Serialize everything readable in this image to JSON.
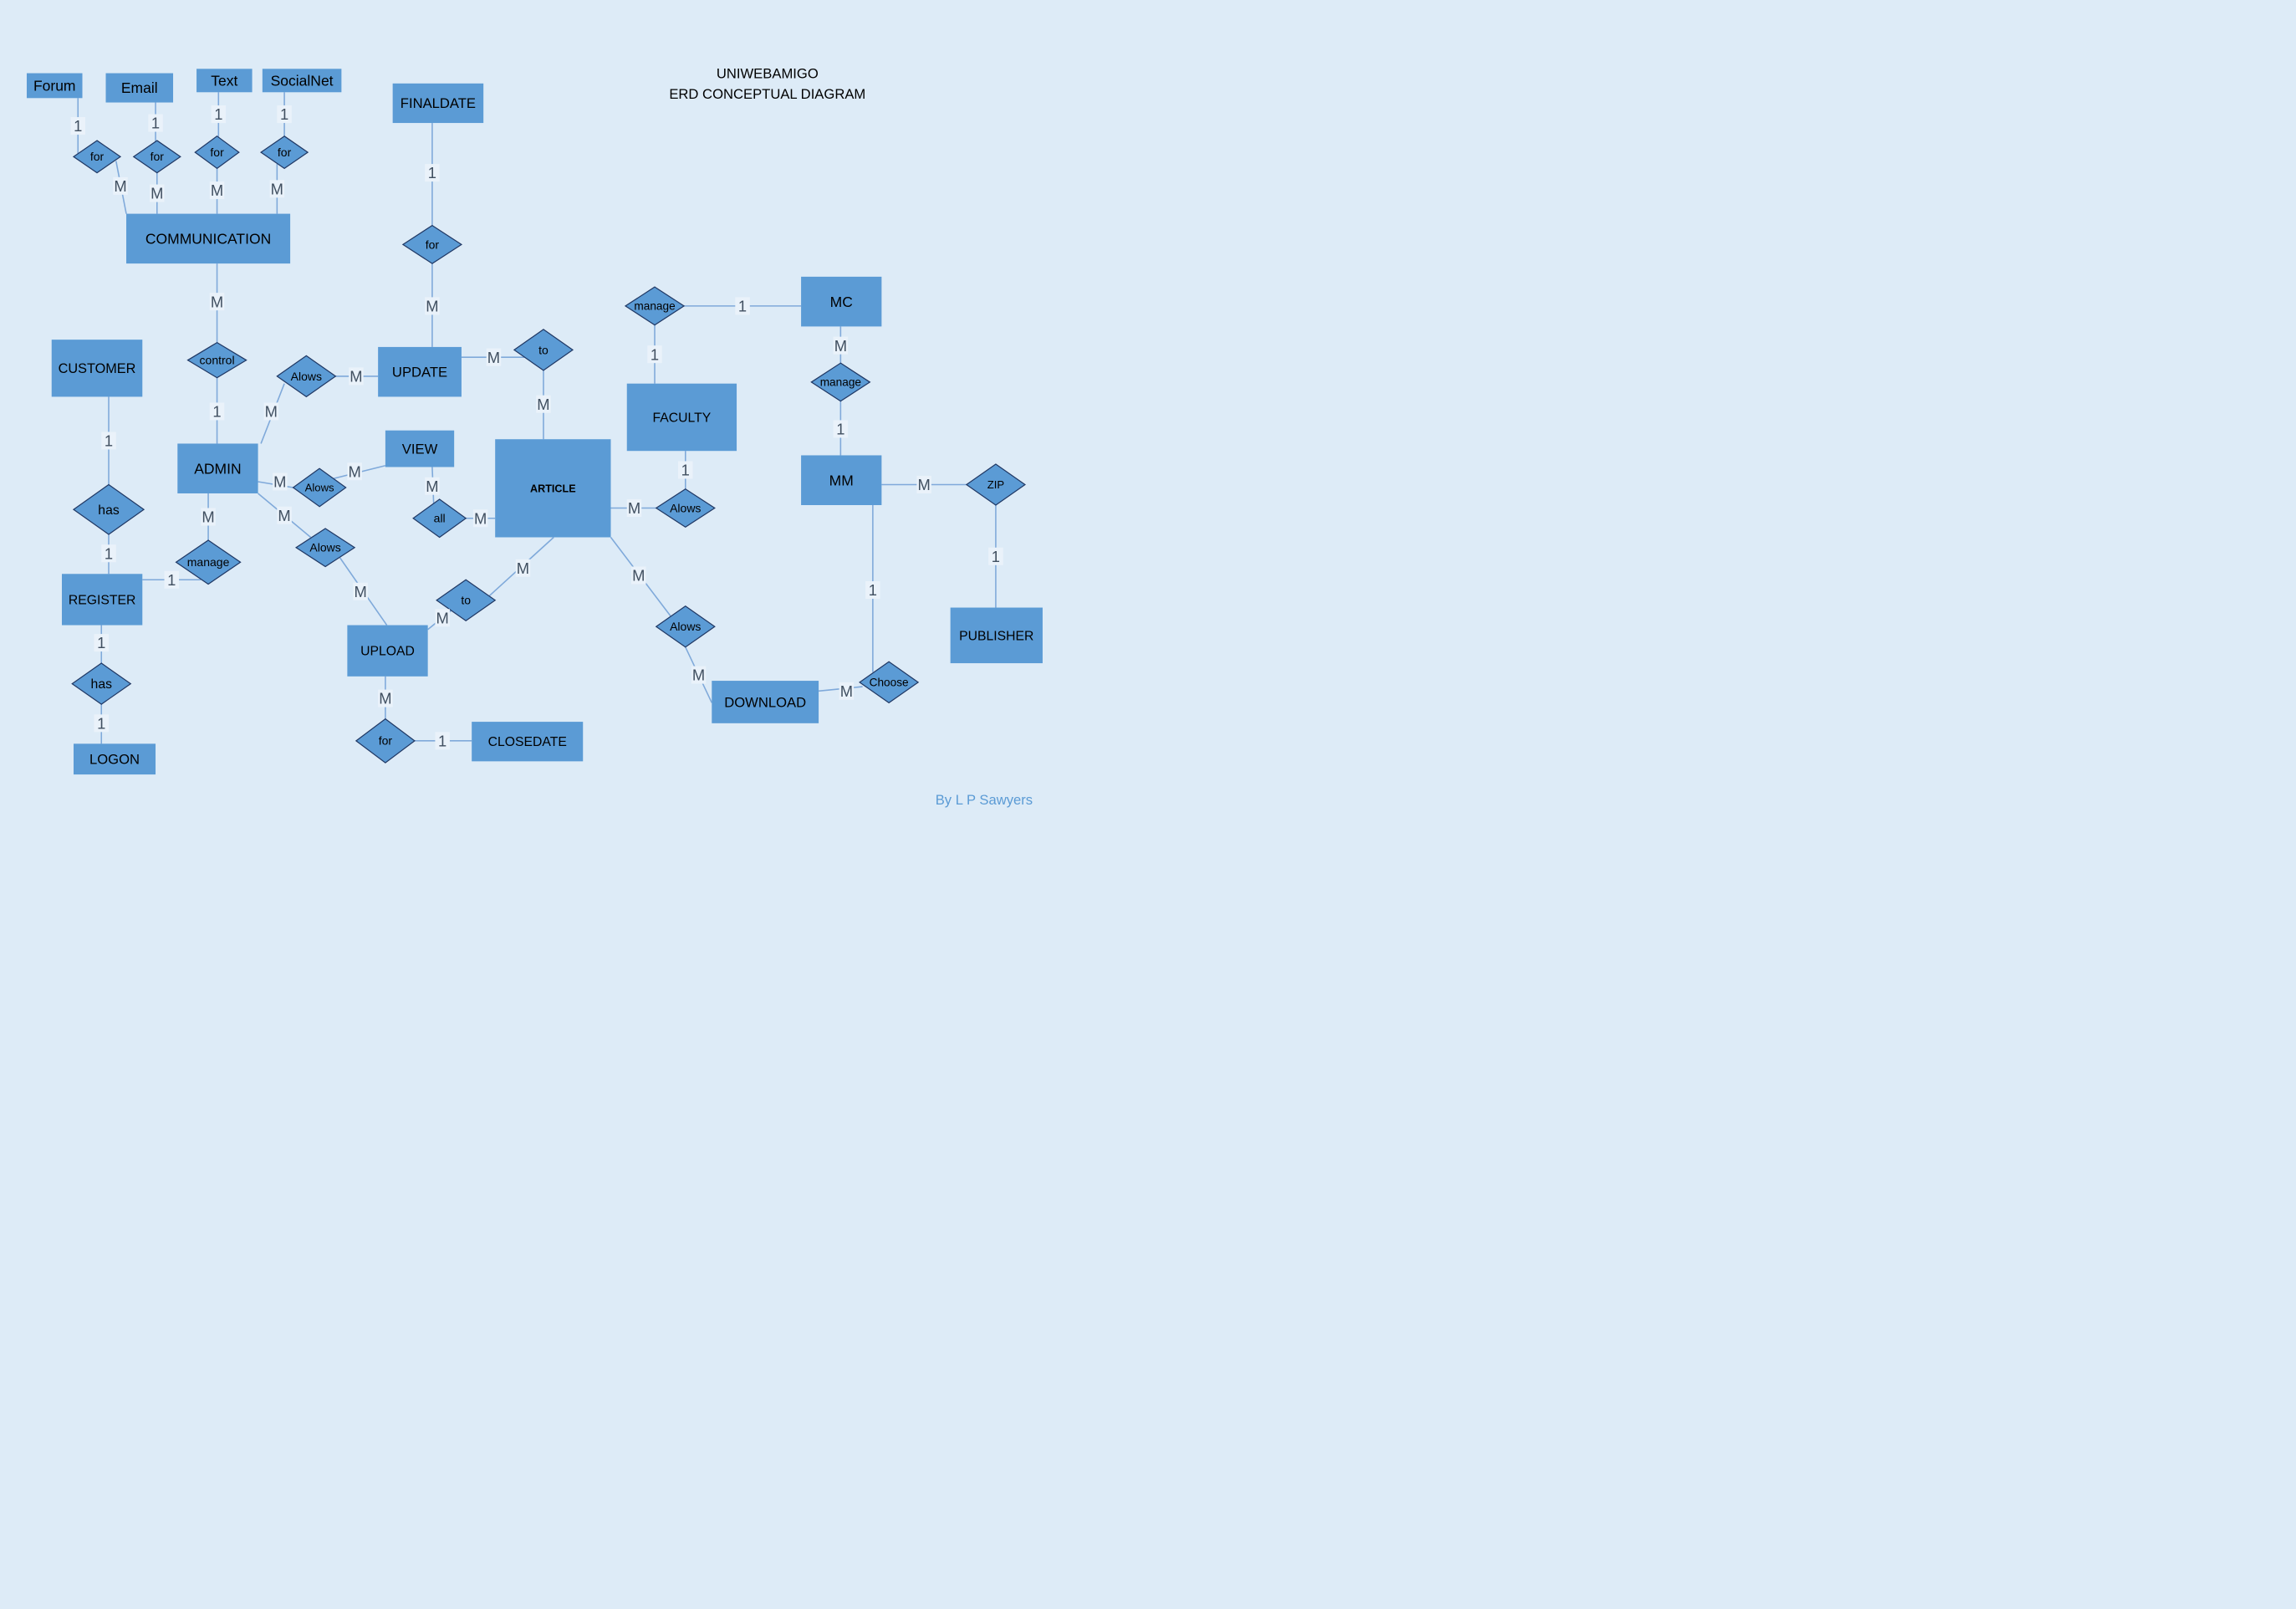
{
  "title": {
    "line1": "UNIWEBAMIGO",
    "line2": "ERD CONCEPTUAL DIAGRAM"
  },
  "credit": "By L P Sawyers",
  "colors": {
    "background": "#ddebf7",
    "shape_fill": "#5b9bd5",
    "shape_text": "#000000",
    "diamond_outline": "#203864",
    "connector": "#7fa9da",
    "cardinality_text": "#404f60",
    "cardinality_background": "#eaf2fa",
    "credit_text": "#5b9bd5"
  },
  "entities": {
    "forum": "Forum",
    "email": "Email",
    "text": "Text",
    "socialnet": "SocialNet",
    "finaldate": "FINALDATE",
    "communication": "COMMUNICATION",
    "customer": "CUSTOMER",
    "update": "UPDATE",
    "mc": "MC",
    "faculty": "FACULTY",
    "admin": "ADMIN",
    "view": "VIEW",
    "article": "ARTICLE",
    "mm": "MM",
    "register": "REGISTER",
    "upload": "UPLOAD",
    "download": "DOWNLOAD",
    "publisher": "PUBLISHER",
    "logon": "LOGON",
    "closedate": "CLOSEDATE"
  },
  "relationships": {
    "for_forum": "for",
    "for_email": "for",
    "for_text": "for",
    "for_socialnet": "for",
    "for_finaldate": "for",
    "control": "control",
    "alows_update": "Alows",
    "to_article": "to",
    "manage_faculty": "manage",
    "manage_mm": "manage",
    "has_register": "has",
    "alows_view": "Alows",
    "all_article": "all",
    "alows_article": "Alows",
    "zip": "ZIP",
    "manage_register": "manage",
    "alows_upload": "Alows",
    "to_upload": "to",
    "alows_download": "Alows",
    "choose": "Choose",
    "has_logon": "has",
    "for_closedate": "for"
  },
  "connections": {
    "forum__for_forum": "1",
    "for_forum__communication": "M",
    "email__for_email": "1",
    "for_email__communication": "M",
    "text__for_text": "1",
    "for_text__communication": "M",
    "socialnet__for_socialnet": "1",
    "for_socialnet__communication": "M",
    "finaldate__for_finaldate": "1",
    "for_finaldate__update": "M",
    "communication__control": "M",
    "control__admin": "1",
    "admin__alows_update": "M",
    "alows_update__update": "M",
    "update__to_article": "M",
    "to_article__article": "M",
    "mc__manage_faculty": "1",
    "manage_faculty__faculty": "1",
    "mc__manage_mm": "M",
    "manage_mm__mm": "1",
    "customer__has_register": "1",
    "has_register__register": "1",
    "admin__alows_view": "M",
    "alows_view__view": "M",
    "view__all_article": "M",
    "all_article__article": "M",
    "faculty__alows_article": "1",
    "alows_article__article": "M",
    "mm__zip": "M",
    "zip__publisher": "1",
    "admin__manage_register": "M",
    "manage_register__register": "1",
    "admin__alows_upload": "M",
    "alows_upload__upload": "M",
    "article__to_upload": "M",
    "to_upload__upload": "M",
    "article__alows_download": "M",
    "alows_download__download": "M",
    "download__choose": "M",
    "choose__mm": "1",
    "register__has_logon": "1",
    "has_logon__logon": "1",
    "upload__for_closedate": "M",
    "for_closedate__closedate": "1"
  }
}
